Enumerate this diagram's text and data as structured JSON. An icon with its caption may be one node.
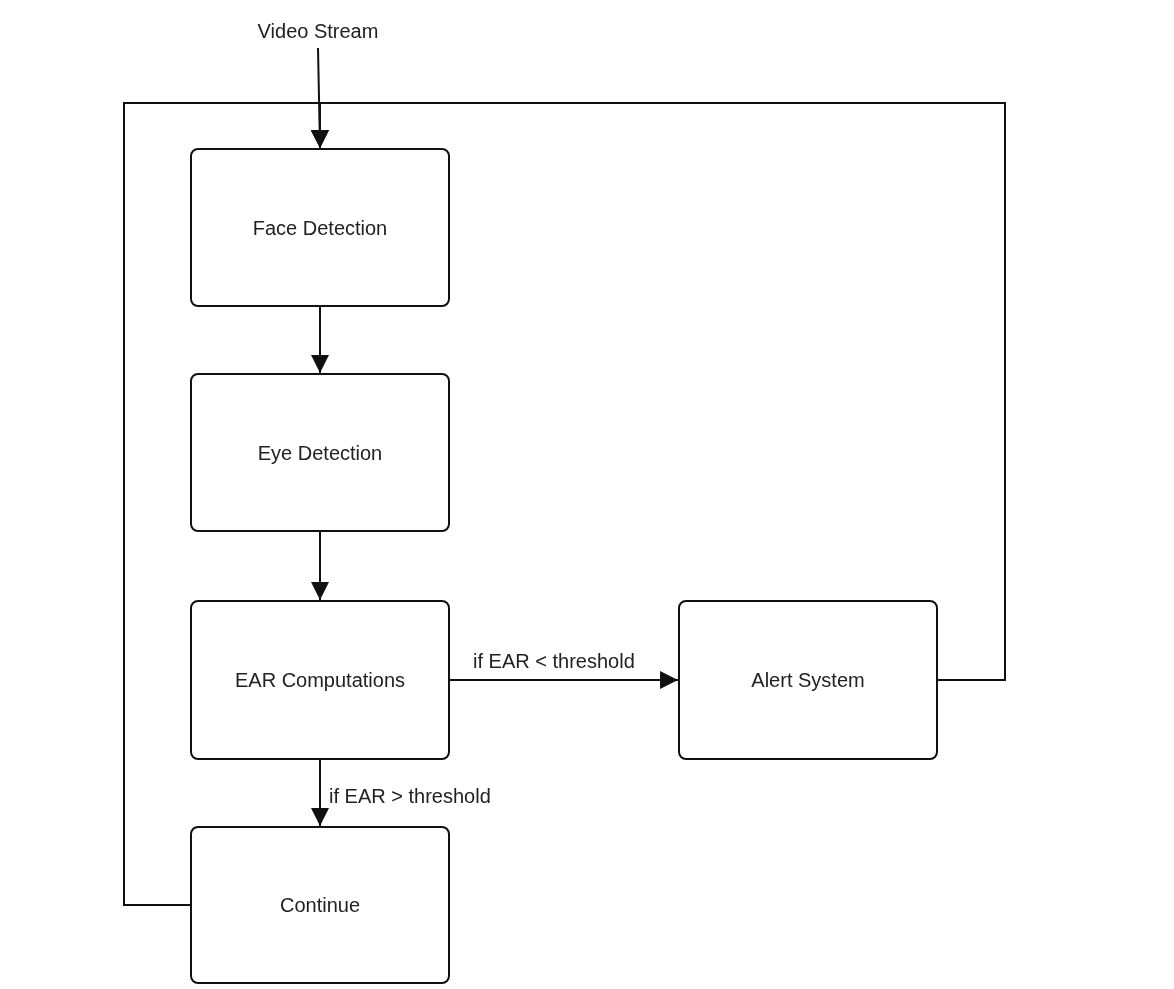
{
  "diagram": {
    "nodes": [
      {
        "text": [
          "Video Stream"
        ]
      },
      {
        "text": [
          "Face Detection"
        ]
      },
      {
        "text": [
          "Eye Detection"
        ]
      },
      {
        "text": [
          "EAR Computations"
        ]
      },
      {
        "text": [
          "Alert System"
        ]
      },
      {
        "text": [
          "Continue"
        ]
      }
    ],
    "edges": [
      {
        "from": 0,
        "to": 1,
        "arrow": "to"
      },
      {
        "from": 1,
        "to": 2,
        "arrow": "to"
      },
      {
        "from": 2,
        "to": 3,
        "arrow": "to"
      },
      {
        "from": 3,
        "to": 4,
        "arrow": "to",
        "label": "if EAR < threshold"
      },
      {
        "from": 3,
        "to": 5,
        "arrow": "to",
        "label": "if EAR > threshold"
      },
      {
        "from": 5,
        "to": 1,
        "arrow": "to"
      },
      {
        "from": 4,
        "to": 1,
        "arrow": "to"
      }
    ]
  }
}
